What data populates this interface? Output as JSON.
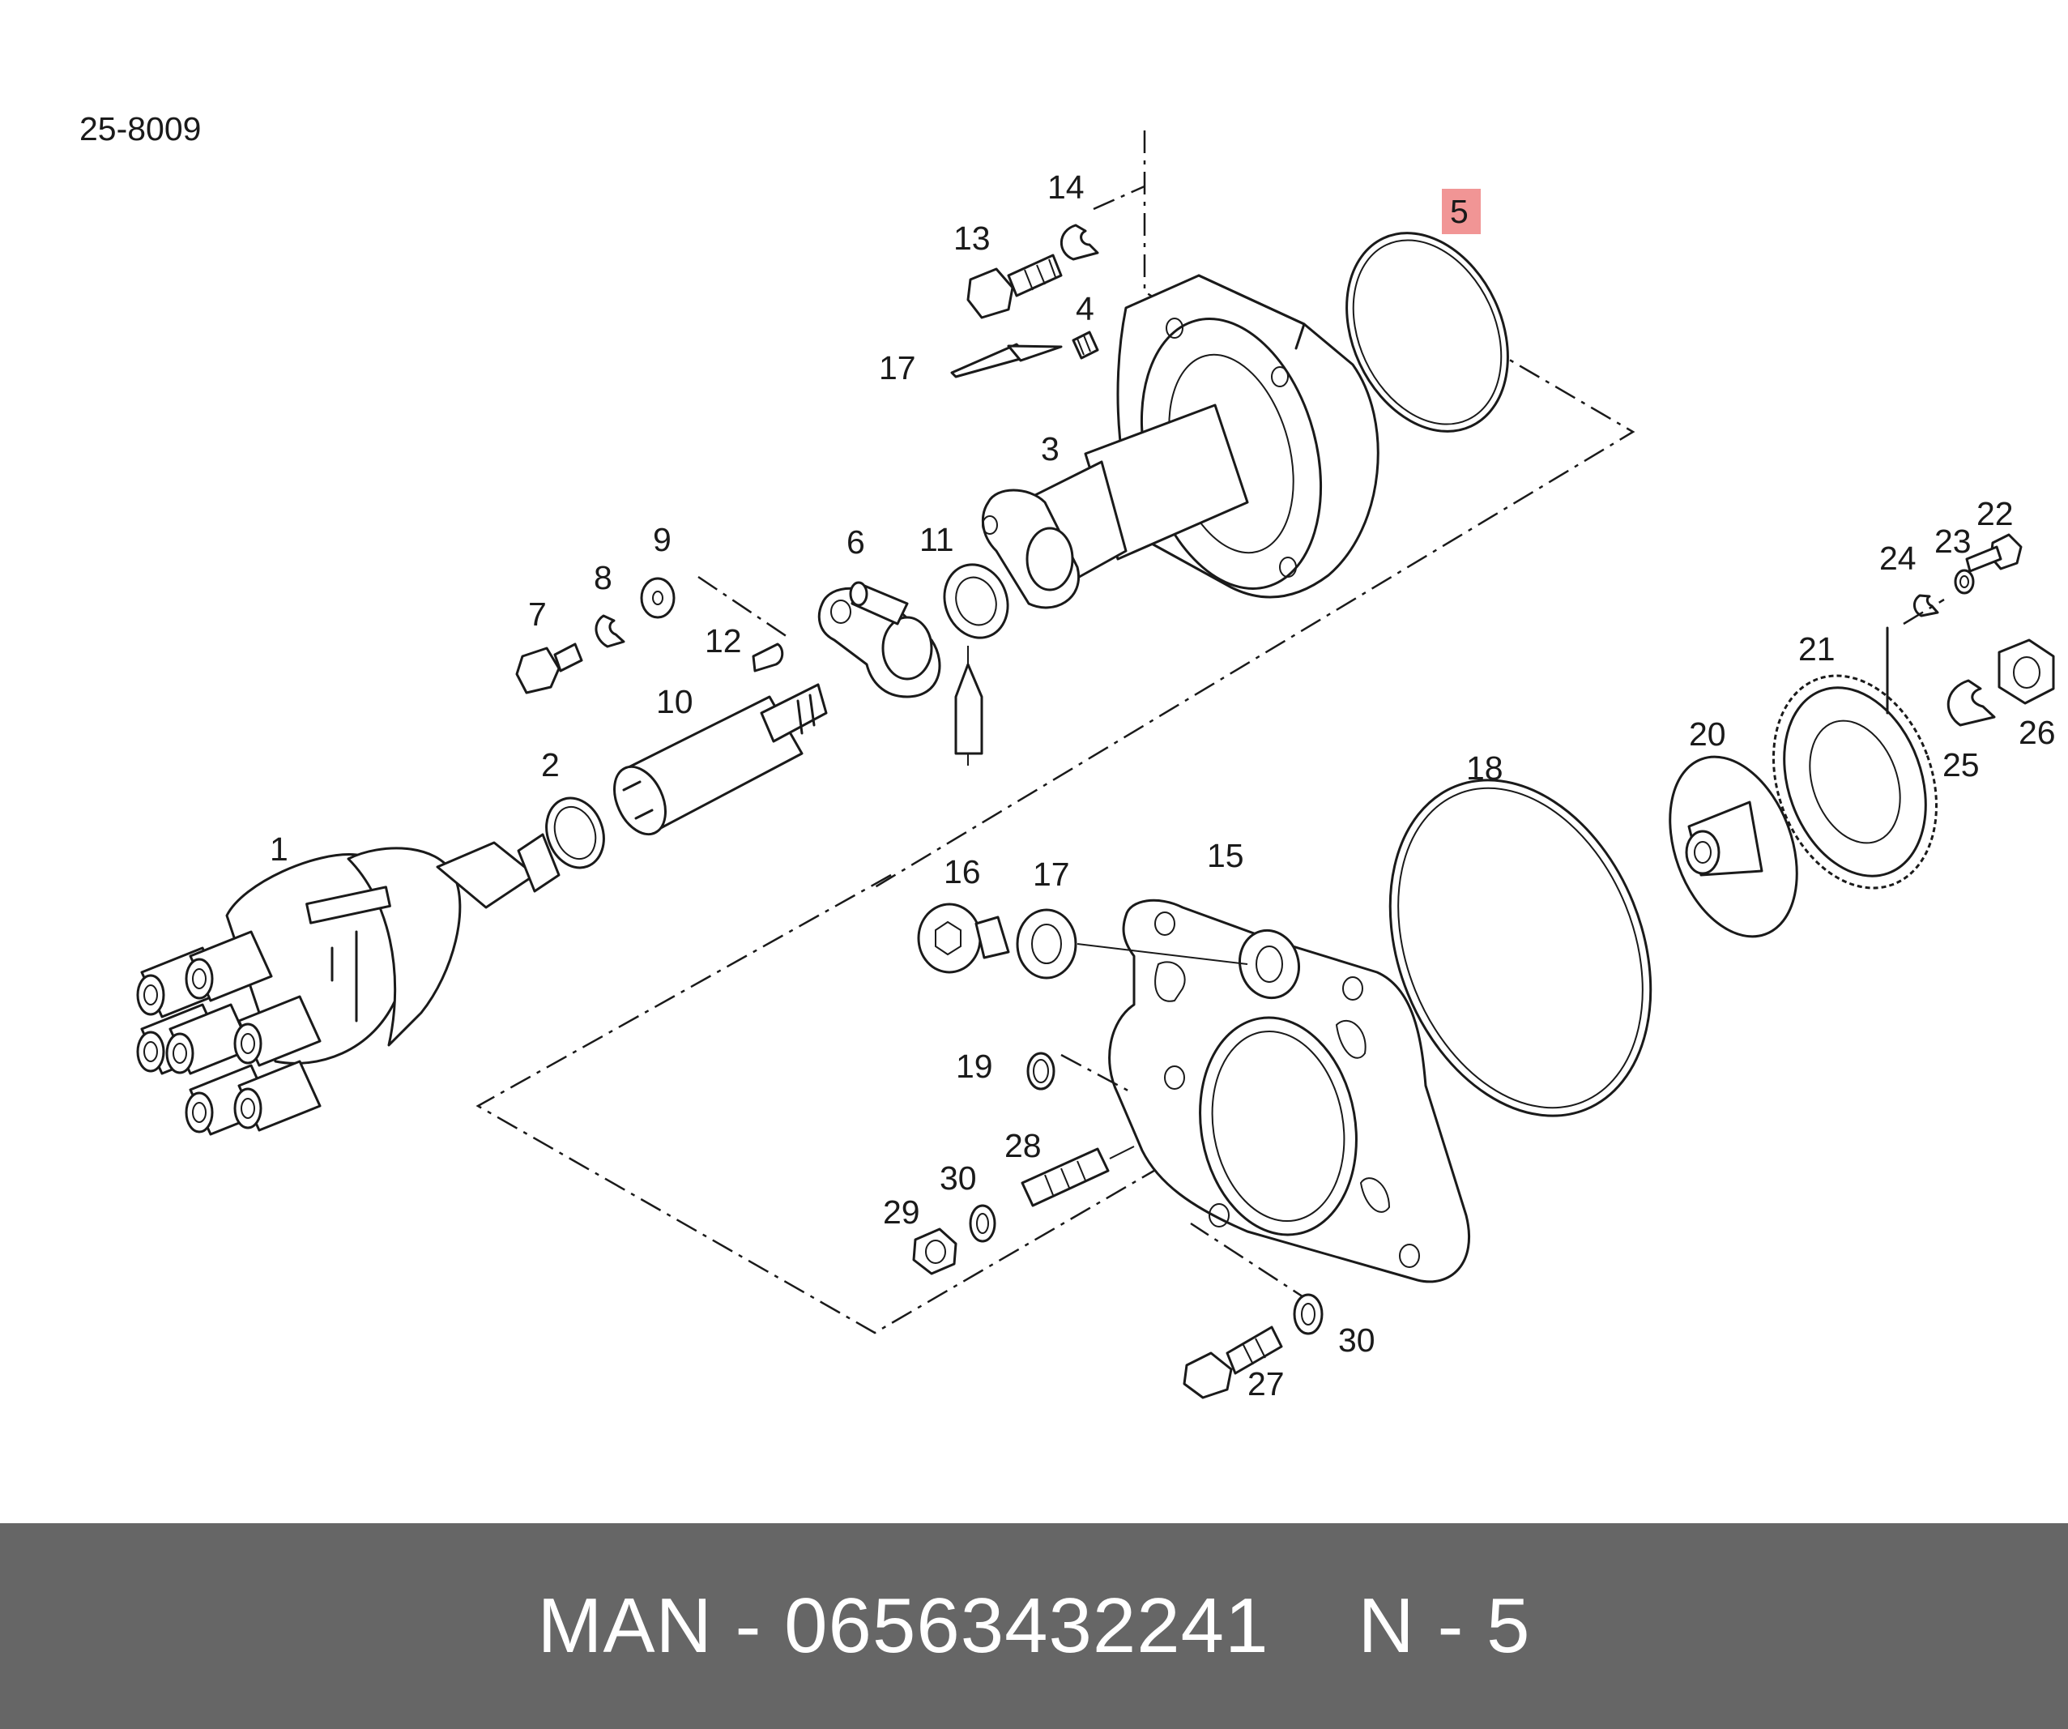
{
  "diagram": {
    "code": "25-8009",
    "highlighted_label": "5",
    "labels": {
      "l1": "1",
      "l2": "2",
      "l3": "3",
      "l4": "4",
      "l5": "5",
      "l6": "6",
      "l7": "7",
      "l8": "8",
      "l9": "9",
      "l10": "10",
      "l11": "11",
      "l12": "12",
      "l13": "13",
      "l14": "14",
      "l15": "15",
      "l16": "16",
      "l17a": "17",
      "l17b": "17",
      "l18": "18",
      "l19": "19",
      "l20": "20",
      "l21": "21",
      "l22": "22",
      "l23": "23",
      "l24": "24",
      "l25": "25",
      "l26": "26",
      "l27": "27",
      "l28": "28",
      "l29": "29",
      "l30a": "30",
      "l30b": "30"
    }
  },
  "footer": {
    "brand": "MAN",
    "separator": "-",
    "part_number": "06563432241",
    "position_prefix": "N",
    "position_number": "5",
    "background_color": "#666666",
    "text_color": "#ffffff"
  },
  "highlight_color": "#f08a8a"
}
